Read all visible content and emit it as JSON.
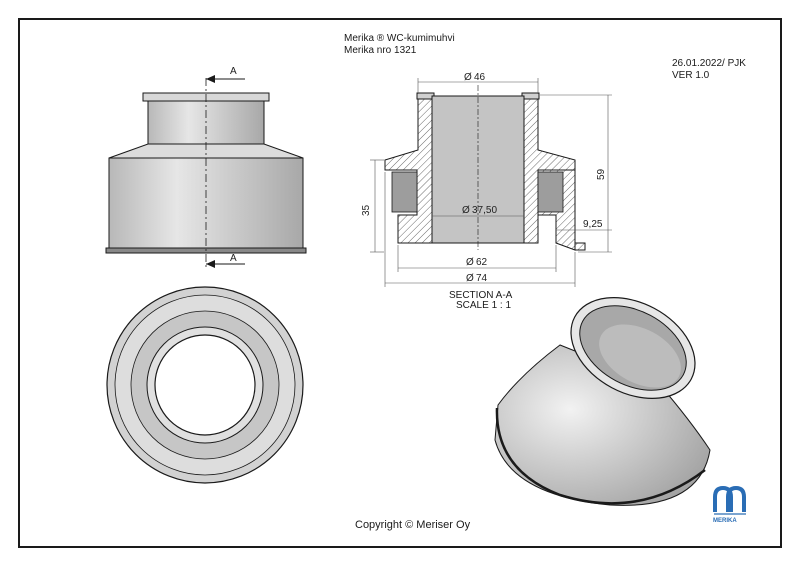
{
  "title": {
    "line1": "Merika ® WC-kumimuhvi",
    "line2": "Merika nro  1321"
  },
  "revision": {
    "date": "26.01.2022/ PJK",
    "version": "VER 1.0"
  },
  "section": {
    "marker": "A",
    "caption": "SECTION A-A",
    "scale": "SCALE 1 : 1"
  },
  "dimensions": {
    "top_diameter": "46",
    "inner_diameter": "37,50",
    "base_inner_diameter": "62",
    "outer_diameter": "74",
    "height": "59",
    "lower_height": "35",
    "wall_offset": "9,25"
  },
  "footer": {
    "copyright": "Copyright © Meriser Oy",
    "logo_text": "MERIKA"
  },
  "colors": {
    "line": "#1a1a1a",
    "part_fill": "#c8c8c8",
    "part_light": "#e4e4e4",
    "part_dark": "#9a9a9a",
    "logo_blue": "#2a6db5"
  }
}
